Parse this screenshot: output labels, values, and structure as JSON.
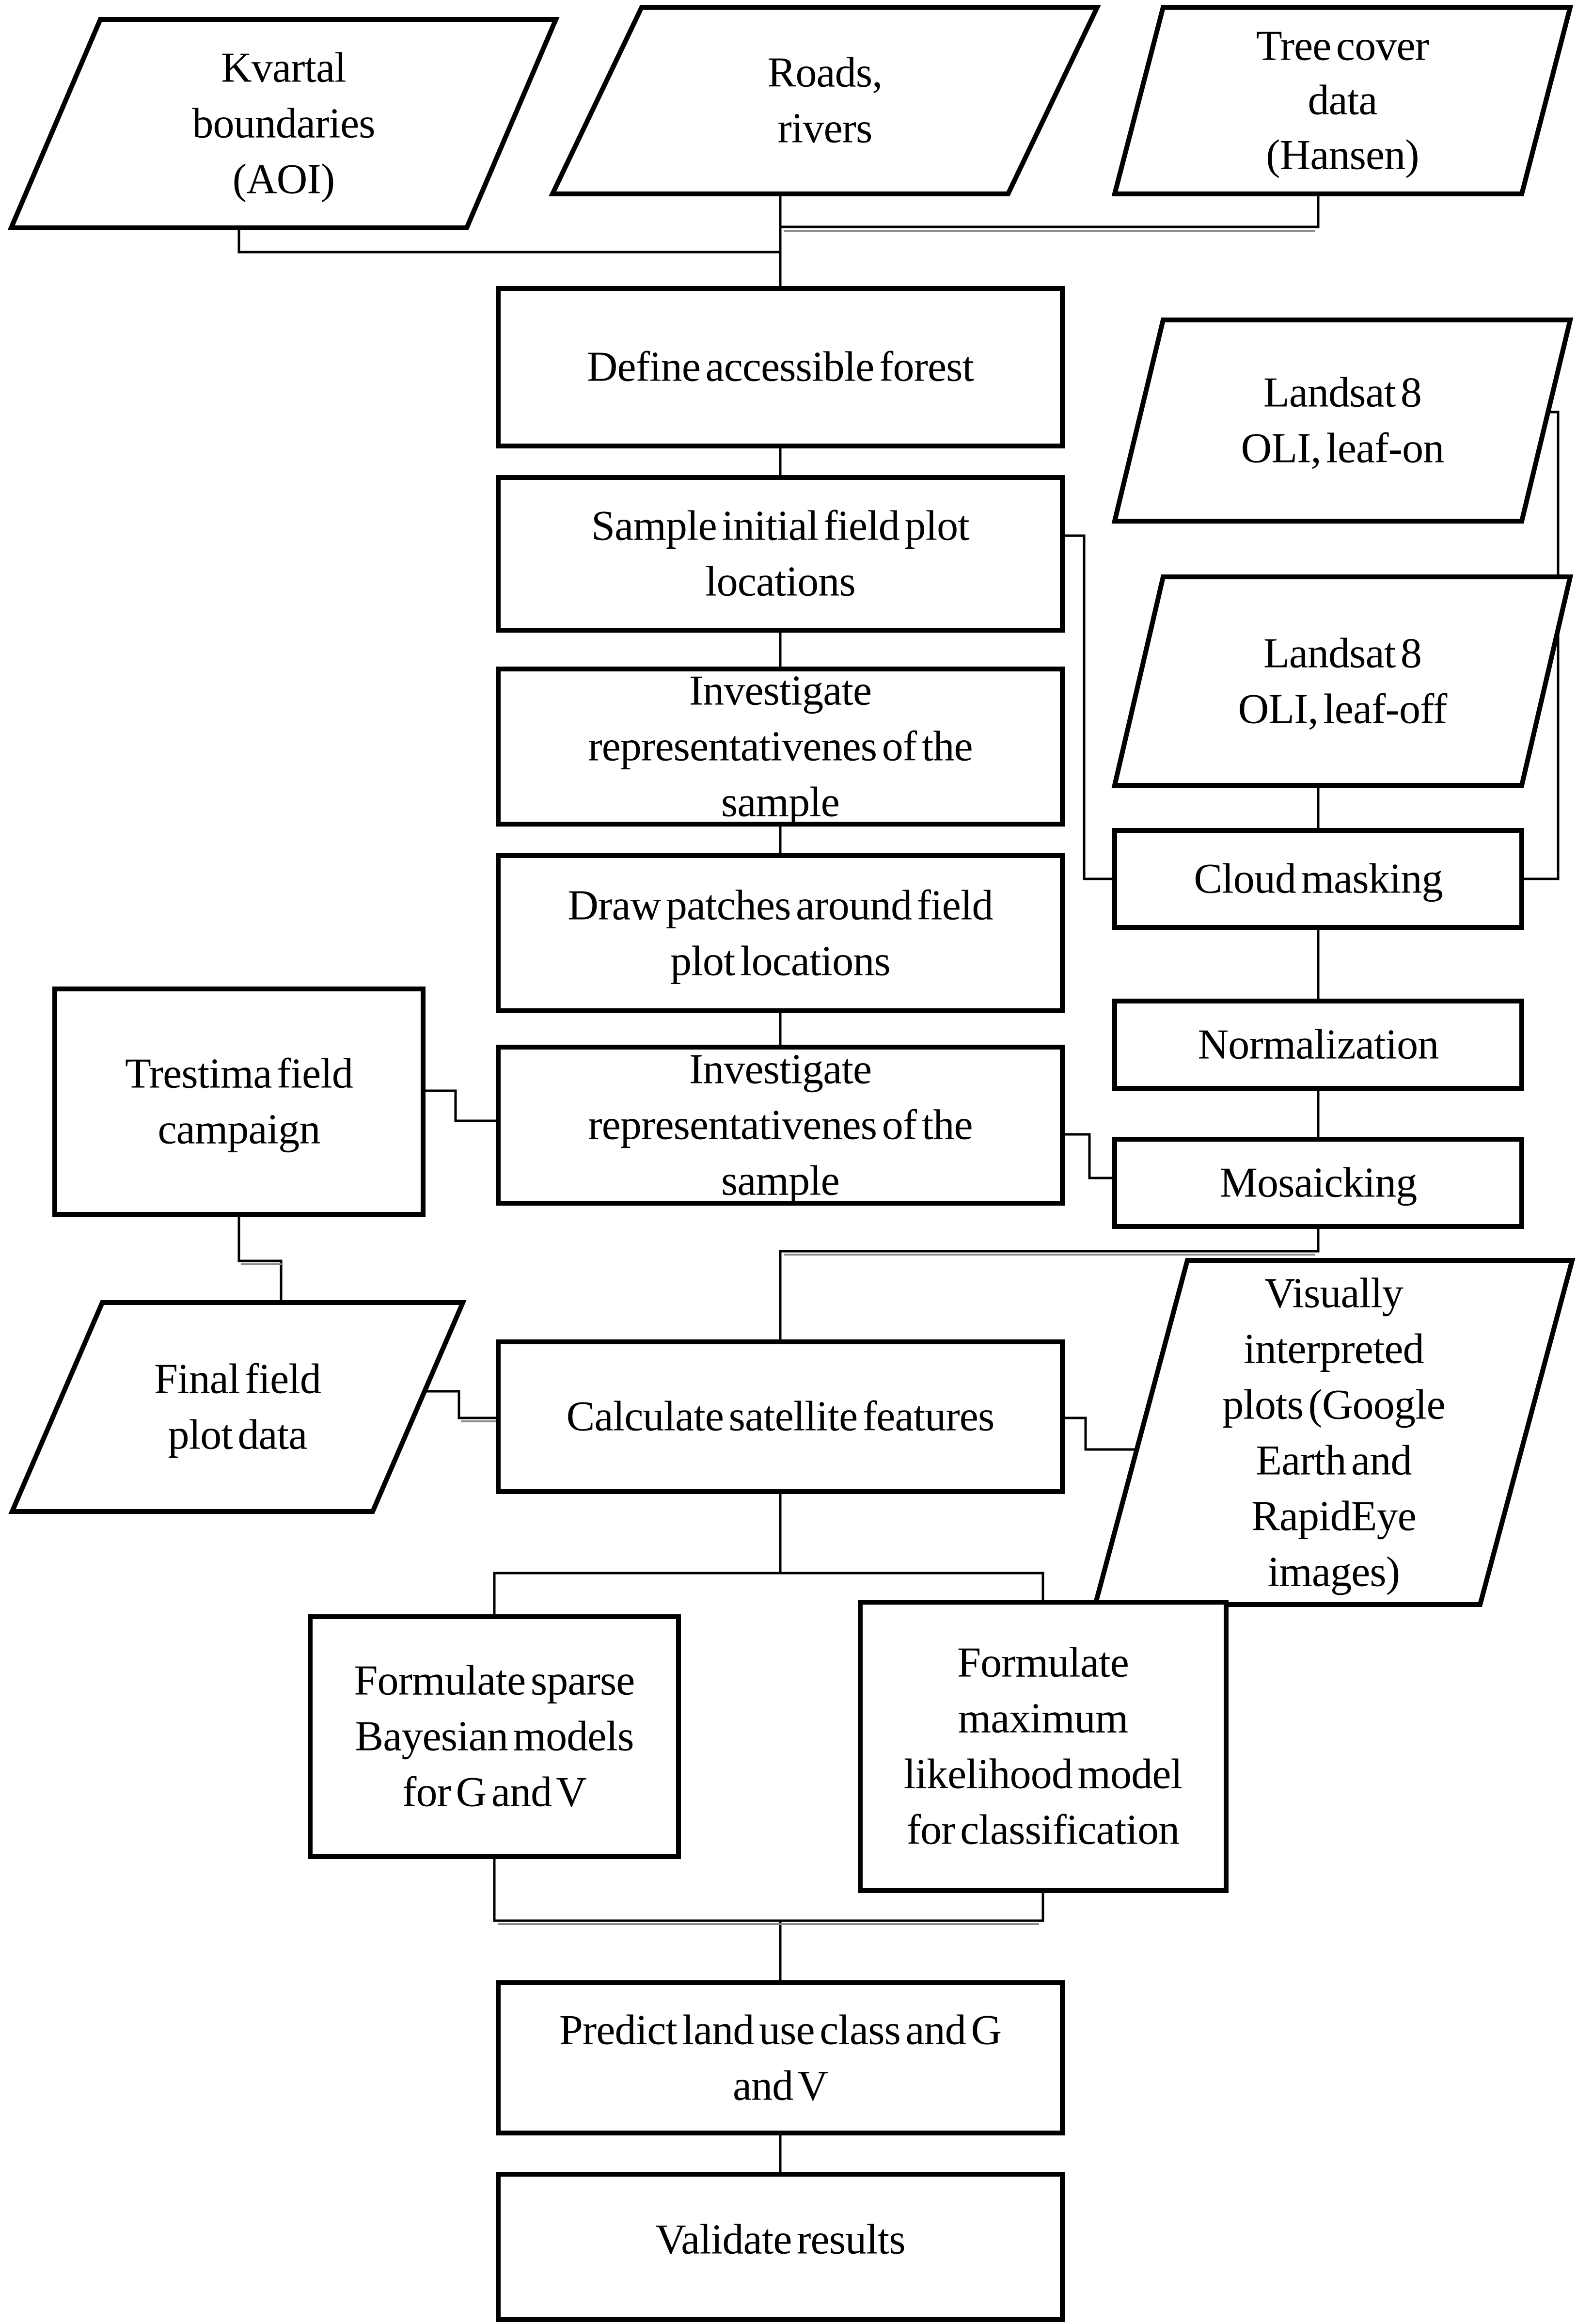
{
  "figure": {
    "type": "flowchart",
    "colors": {
      "ink": "#000000",
      "paper": "#ffffff",
      "line_shadow": "#8a8a8a"
    },
    "nodes": {
      "kvartal_boundaries": {
        "shape": "parallelogram",
        "lines": [
          "Kvartal",
          "boundaries",
          "(AOI)"
        ]
      },
      "roads_rivers": {
        "shape": "parallelogram",
        "lines": [
          "Roads,",
          "rivers"
        ]
      },
      "tree_cover": {
        "shape": "parallelogram",
        "lines": [
          "Tree cover",
          "data",
          "(Hansen)"
        ]
      },
      "define_forest": {
        "shape": "rectangle",
        "lines": [
          "Define accessible forest"
        ]
      },
      "sample_locations": {
        "shape": "rectangle",
        "lines": [
          "Sample initial field plot",
          "locations"
        ]
      },
      "investigate_1": {
        "shape": "rectangle",
        "lines": [
          "Investigate",
          "representativenes of the",
          "sample"
        ]
      },
      "draw_patches": {
        "shape": "rectangle",
        "lines": [
          "Draw patches around field",
          "plot locations"
        ]
      },
      "investigate_2": {
        "shape": "rectangle",
        "lines": [
          "Investigate",
          "representativenes of the",
          "sample"
        ]
      },
      "landsat_leaf_on": {
        "shape": "parallelogram",
        "lines": [
          "Landsat 8",
          "OLI, leaf-on"
        ]
      },
      "landsat_leaf_off": {
        "shape": "parallelogram",
        "lines": [
          "Landsat 8",
          "OLI, leaf-off"
        ]
      },
      "cloud_masking": {
        "shape": "rectangle",
        "lines": [
          "Cloud masking"
        ]
      },
      "normalization": {
        "shape": "rectangle",
        "lines": [
          "Normalization"
        ]
      },
      "mosaicking": {
        "shape": "rectangle",
        "lines": [
          "Mosaicking"
        ]
      },
      "trestima": {
        "shape": "rectangle",
        "lines": [
          "Trestima field",
          "campaign"
        ]
      },
      "final_field_plot": {
        "shape": "parallelogram",
        "lines": [
          "Final field",
          "plot data"
        ]
      },
      "calculate_features": {
        "shape": "rectangle",
        "lines": [
          "Calculate satellite features"
        ]
      },
      "visually_interpreted": {
        "shape": "parallelogram",
        "lines": [
          "Visually",
          "interpreted",
          "plots (Google",
          "Earth and",
          "RapidEye",
          "images)"
        ]
      },
      "formulate_bayesian": {
        "shape": "rectangle",
        "lines": [
          "Formulate sparse",
          "Bayesian models",
          "for G and V"
        ]
      },
      "formulate_max_likelihood": {
        "shape": "rectangle",
        "lines": [
          "Formulate",
          "maximum",
          "likelihood model",
          "for classification"
        ]
      },
      "predict": {
        "shape": "rectangle",
        "lines": [
          "Predict land use class and G",
          "and V"
        ]
      },
      "validate": {
        "shape": "rectangle",
        "lines": [
          "Validate results"
        ]
      }
    }
  }
}
